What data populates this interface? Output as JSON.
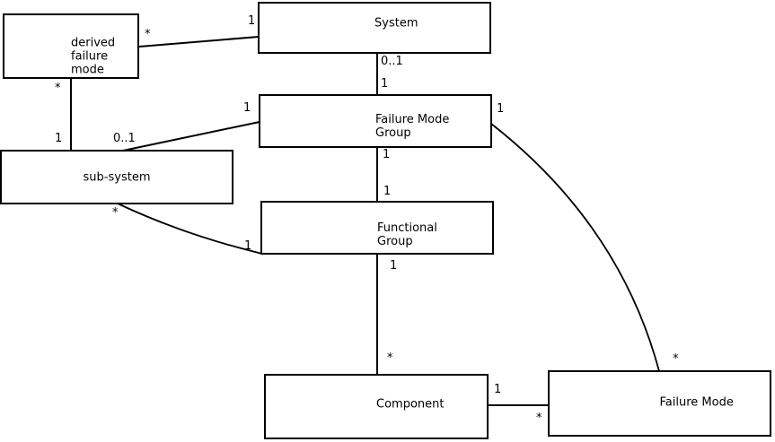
{
  "diagram": {
    "type": "uml-class-relationship-diagram",
    "colors": {
      "line": "#000000",
      "text": "#000000",
      "box_fill": "#ffffff",
      "background": "#ffffff"
    },
    "entities": [
      {
        "name": "derived-failure-mode",
        "label": "derived\nfailure\nmode"
      },
      {
        "name": "system",
        "label": "System"
      },
      {
        "name": "failure-mode-group",
        "label": "Failure Mode\nGroup"
      },
      {
        "name": "sub-system",
        "label": "sub-system"
      },
      {
        "name": "functional-group",
        "label": "Functional\nGroup"
      },
      {
        "name": "component",
        "label": "Component"
      },
      {
        "name": "failure-mode",
        "label": "Failure Mode"
      }
    ],
    "connectors": [
      {
        "from": "derived failure mode",
        "to": "System",
        "from_multiplicity": "*",
        "to_multiplicity": "1"
      },
      {
        "from": "derived failure mode",
        "to": "sub-system",
        "from_multiplicity": "*",
        "to_multiplicity": "1"
      },
      {
        "from": "sub-system",
        "to": "Failure Mode Group",
        "from_multiplicity": "0..1",
        "to_multiplicity": "1"
      },
      {
        "from": "System",
        "to": "Failure Mode Group",
        "from_multiplicity": "0..1",
        "to_multiplicity": "1"
      },
      {
        "from": "Failure Mode Group",
        "to": "Functional Group",
        "from_multiplicity": "1",
        "to_multiplicity": "1"
      },
      {
        "from": "Functional Group",
        "to": "Component",
        "from_multiplicity": "1",
        "to_multiplicity": "*"
      },
      {
        "from": "Component",
        "to": "Failure Mode",
        "from_multiplicity": "1",
        "to_multiplicity": "*"
      },
      {
        "from": "sub-system",
        "to": "Functional Group",
        "from_multiplicity": "*",
        "to_multiplicity": "1"
      },
      {
        "from": "Failure Mode Group",
        "to": "Failure Mode",
        "from_multiplicity": "1",
        "to_multiplicity": "*"
      }
    ]
  }
}
